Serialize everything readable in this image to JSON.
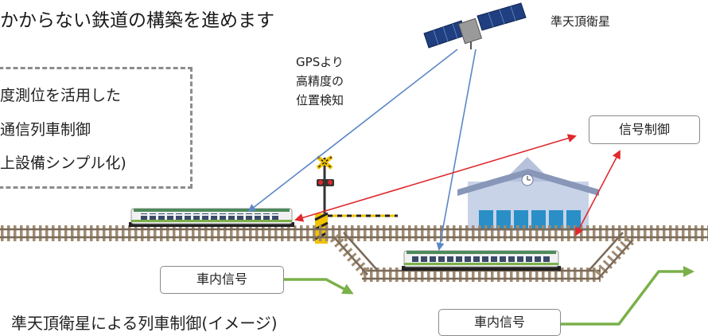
{
  "title": "かからない鉄道の構築を進めます",
  "box_lines": [
    "度測位を活用した",
    "通信列車制御",
    "上設備シンプル化)"
  ],
  "gps_note": [
    "GPSより",
    "高精度の",
    "位置検知"
  ],
  "satellite_label": "準天頂衛星",
  "signal_control_label": "信号制御",
  "onboard_signal_label_1": "車内信号",
  "onboard_signal_label_2": "車内信号",
  "caption": "準天頂衛星による列車制御(イメージ)",
  "colors": {
    "arrow_blue": "#5b87c5",
    "arrow_red": "#e0282d",
    "arrow_green": "#7ab04a",
    "dash_border": "#8c8c8c",
    "station_wall": "#c8d3e8",
    "track_brown": "#a08b72"
  },
  "icons": [
    "satellite-icon",
    "train-icon",
    "station-icon",
    "railroad-crossing-icon",
    "track-icon"
  ]
}
